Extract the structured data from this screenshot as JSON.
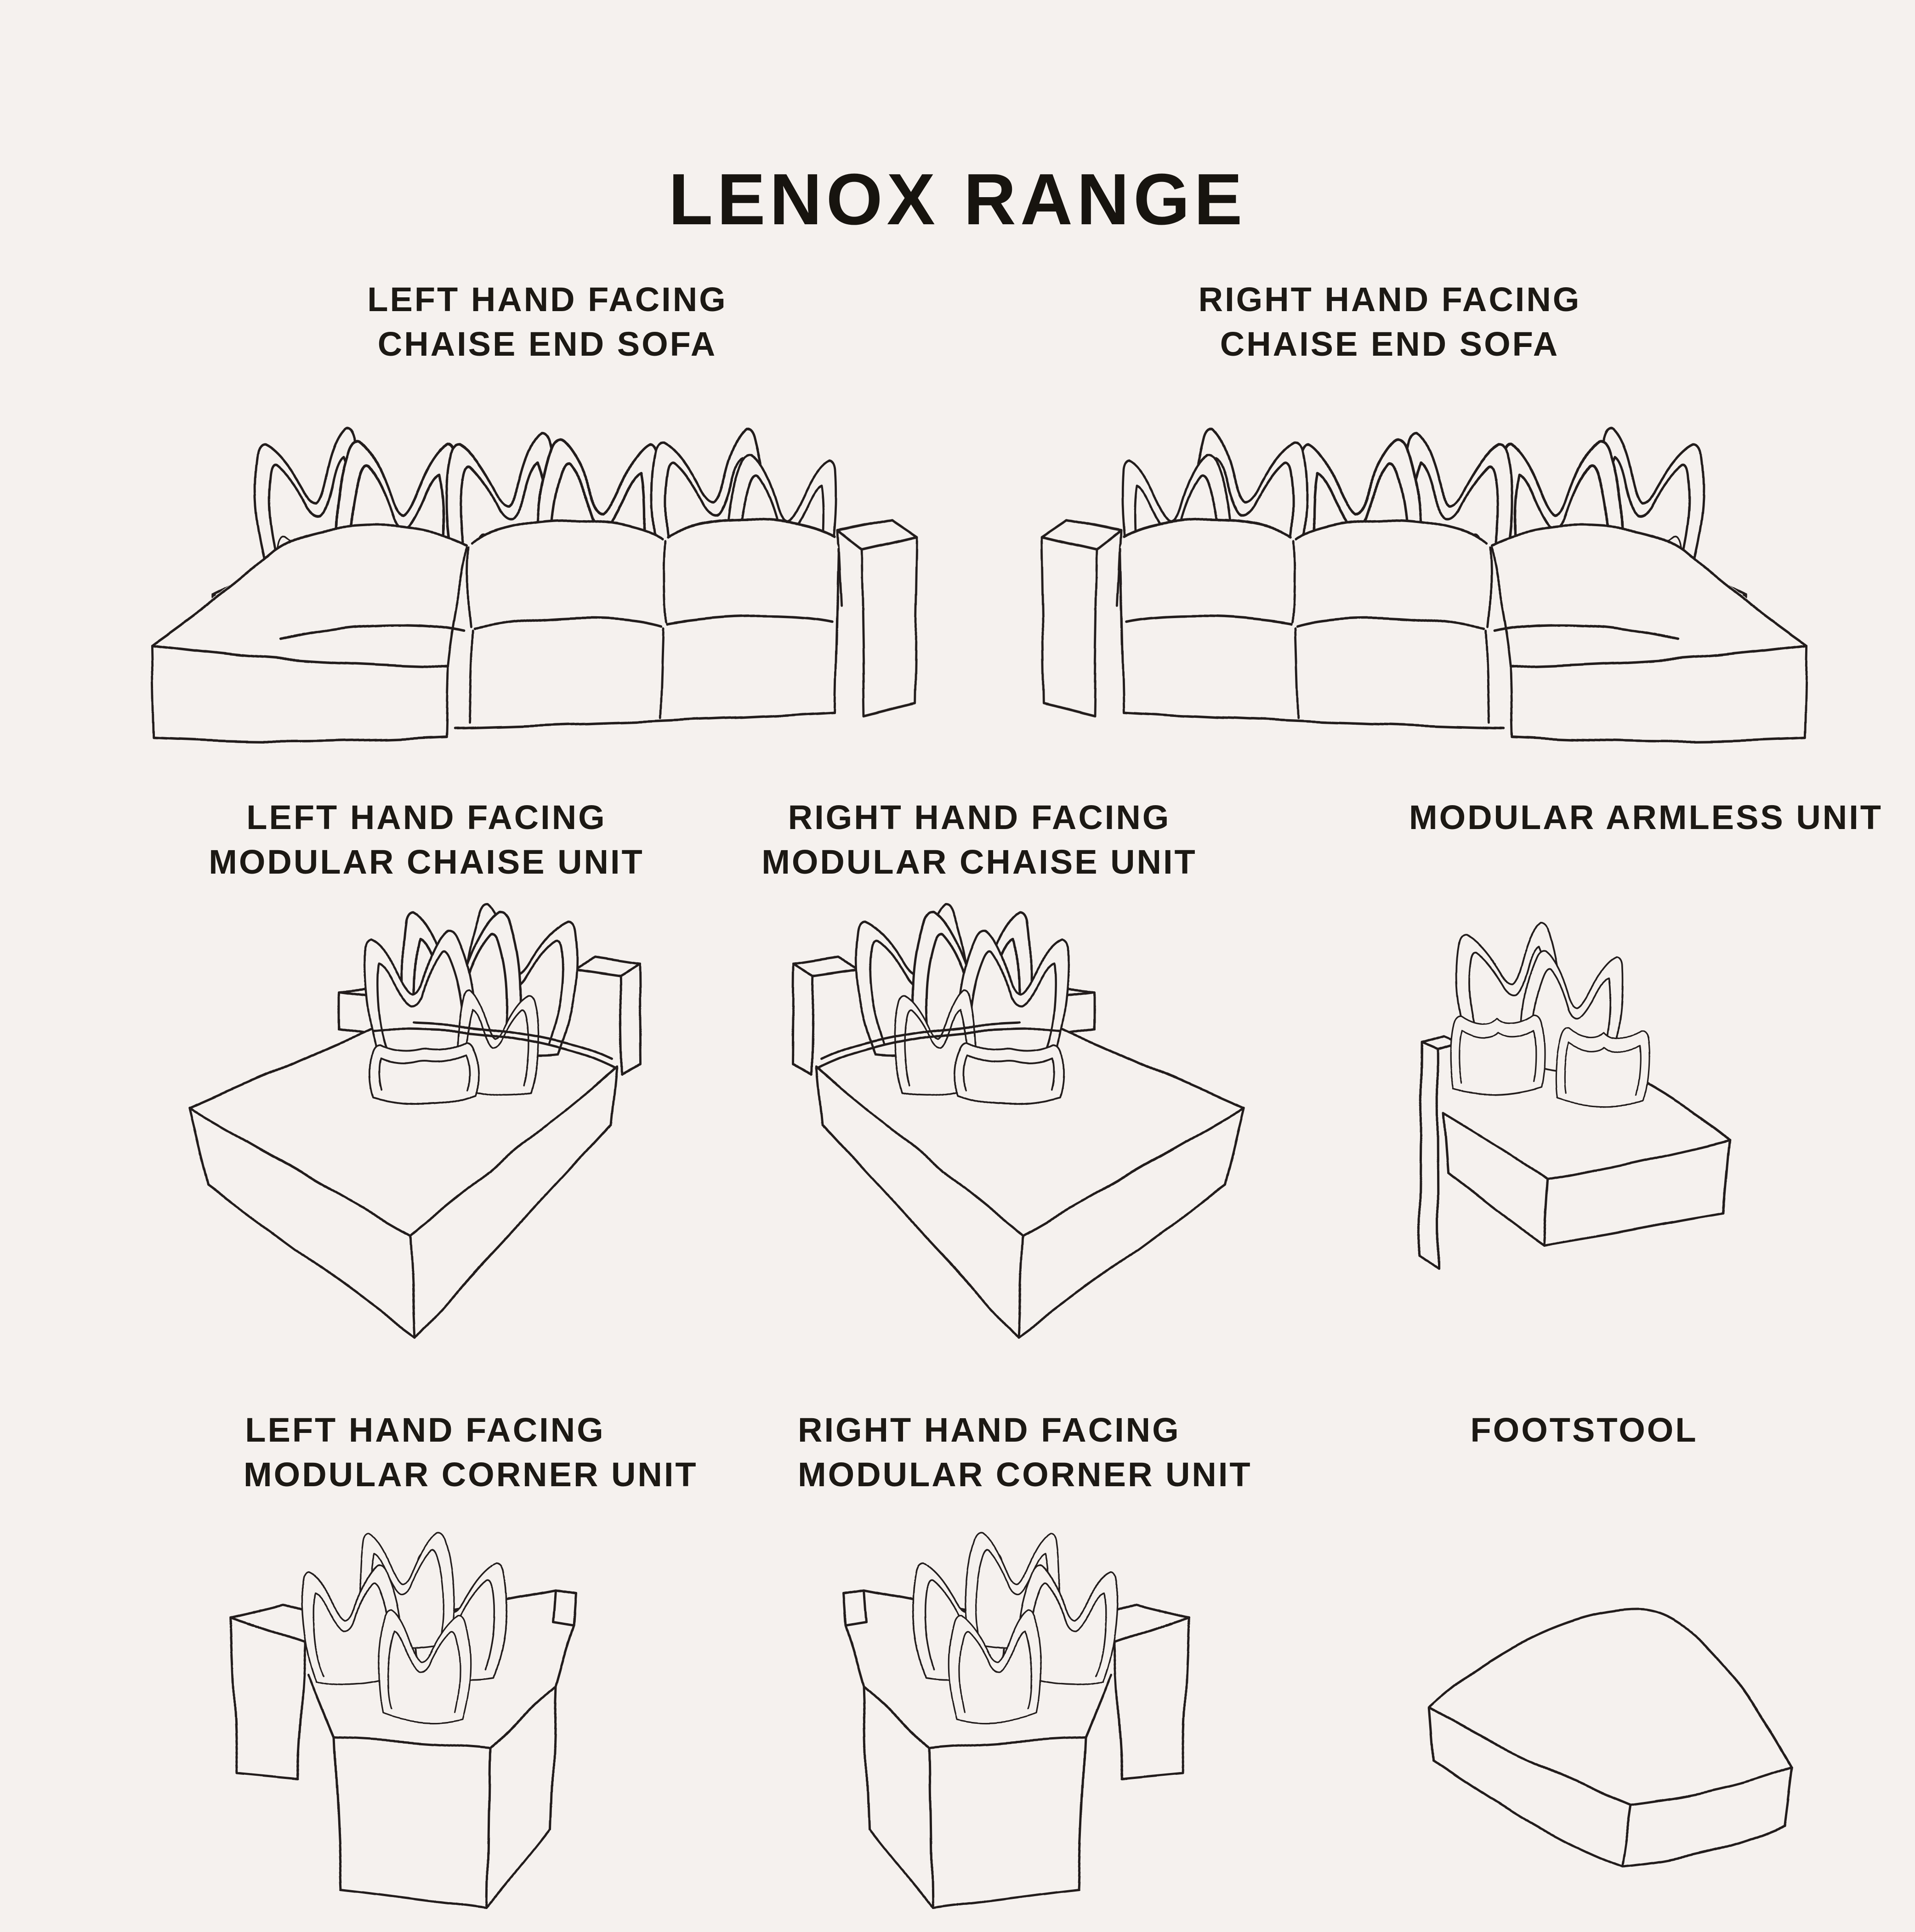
{
  "page": {
    "title": "LENOX RANGE",
    "background_color": "#f5f1ee",
    "ink_color": "#221f1b"
  },
  "products": [
    {
      "id": "chaise-end-sofa-left",
      "label_lines": [
        "LEFT HAND FACING",
        "CHAISE END SOFA"
      ]
    },
    {
      "id": "chaise-end-sofa-right",
      "label_lines": [
        "RIGHT HAND FACING",
        "CHAISE END SOFA"
      ]
    },
    {
      "id": "modular-chaise-unit-left",
      "label_lines": [
        "LEFT HAND FACING",
        "MODULAR CHAISE UNIT"
      ]
    },
    {
      "id": "modular-chaise-unit-right",
      "label_lines": [
        "RIGHT HAND FACING",
        "MODULAR CHAISE UNIT"
      ]
    },
    {
      "id": "modular-armless-unit",
      "label_lines": [
        "MODULAR ARMLESS UNIT"
      ]
    },
    {
      "id": "modular-corner-unit-left",
      "label_lines": [
        "LEFT HAND FACING",
        "MODULAR CORNER UNIT"
      ]
    },
    {
      "id": "modular-corner-unit-right",
      "label_lines": [
        "RIGHT HAND FACING",
        "MODULAR CORNER UNIT"
      ]
    },
    {
      "id": "footstool",
      "label_lines": [
        "FOOTSTOOL"
      ]
    }
  ]
}
